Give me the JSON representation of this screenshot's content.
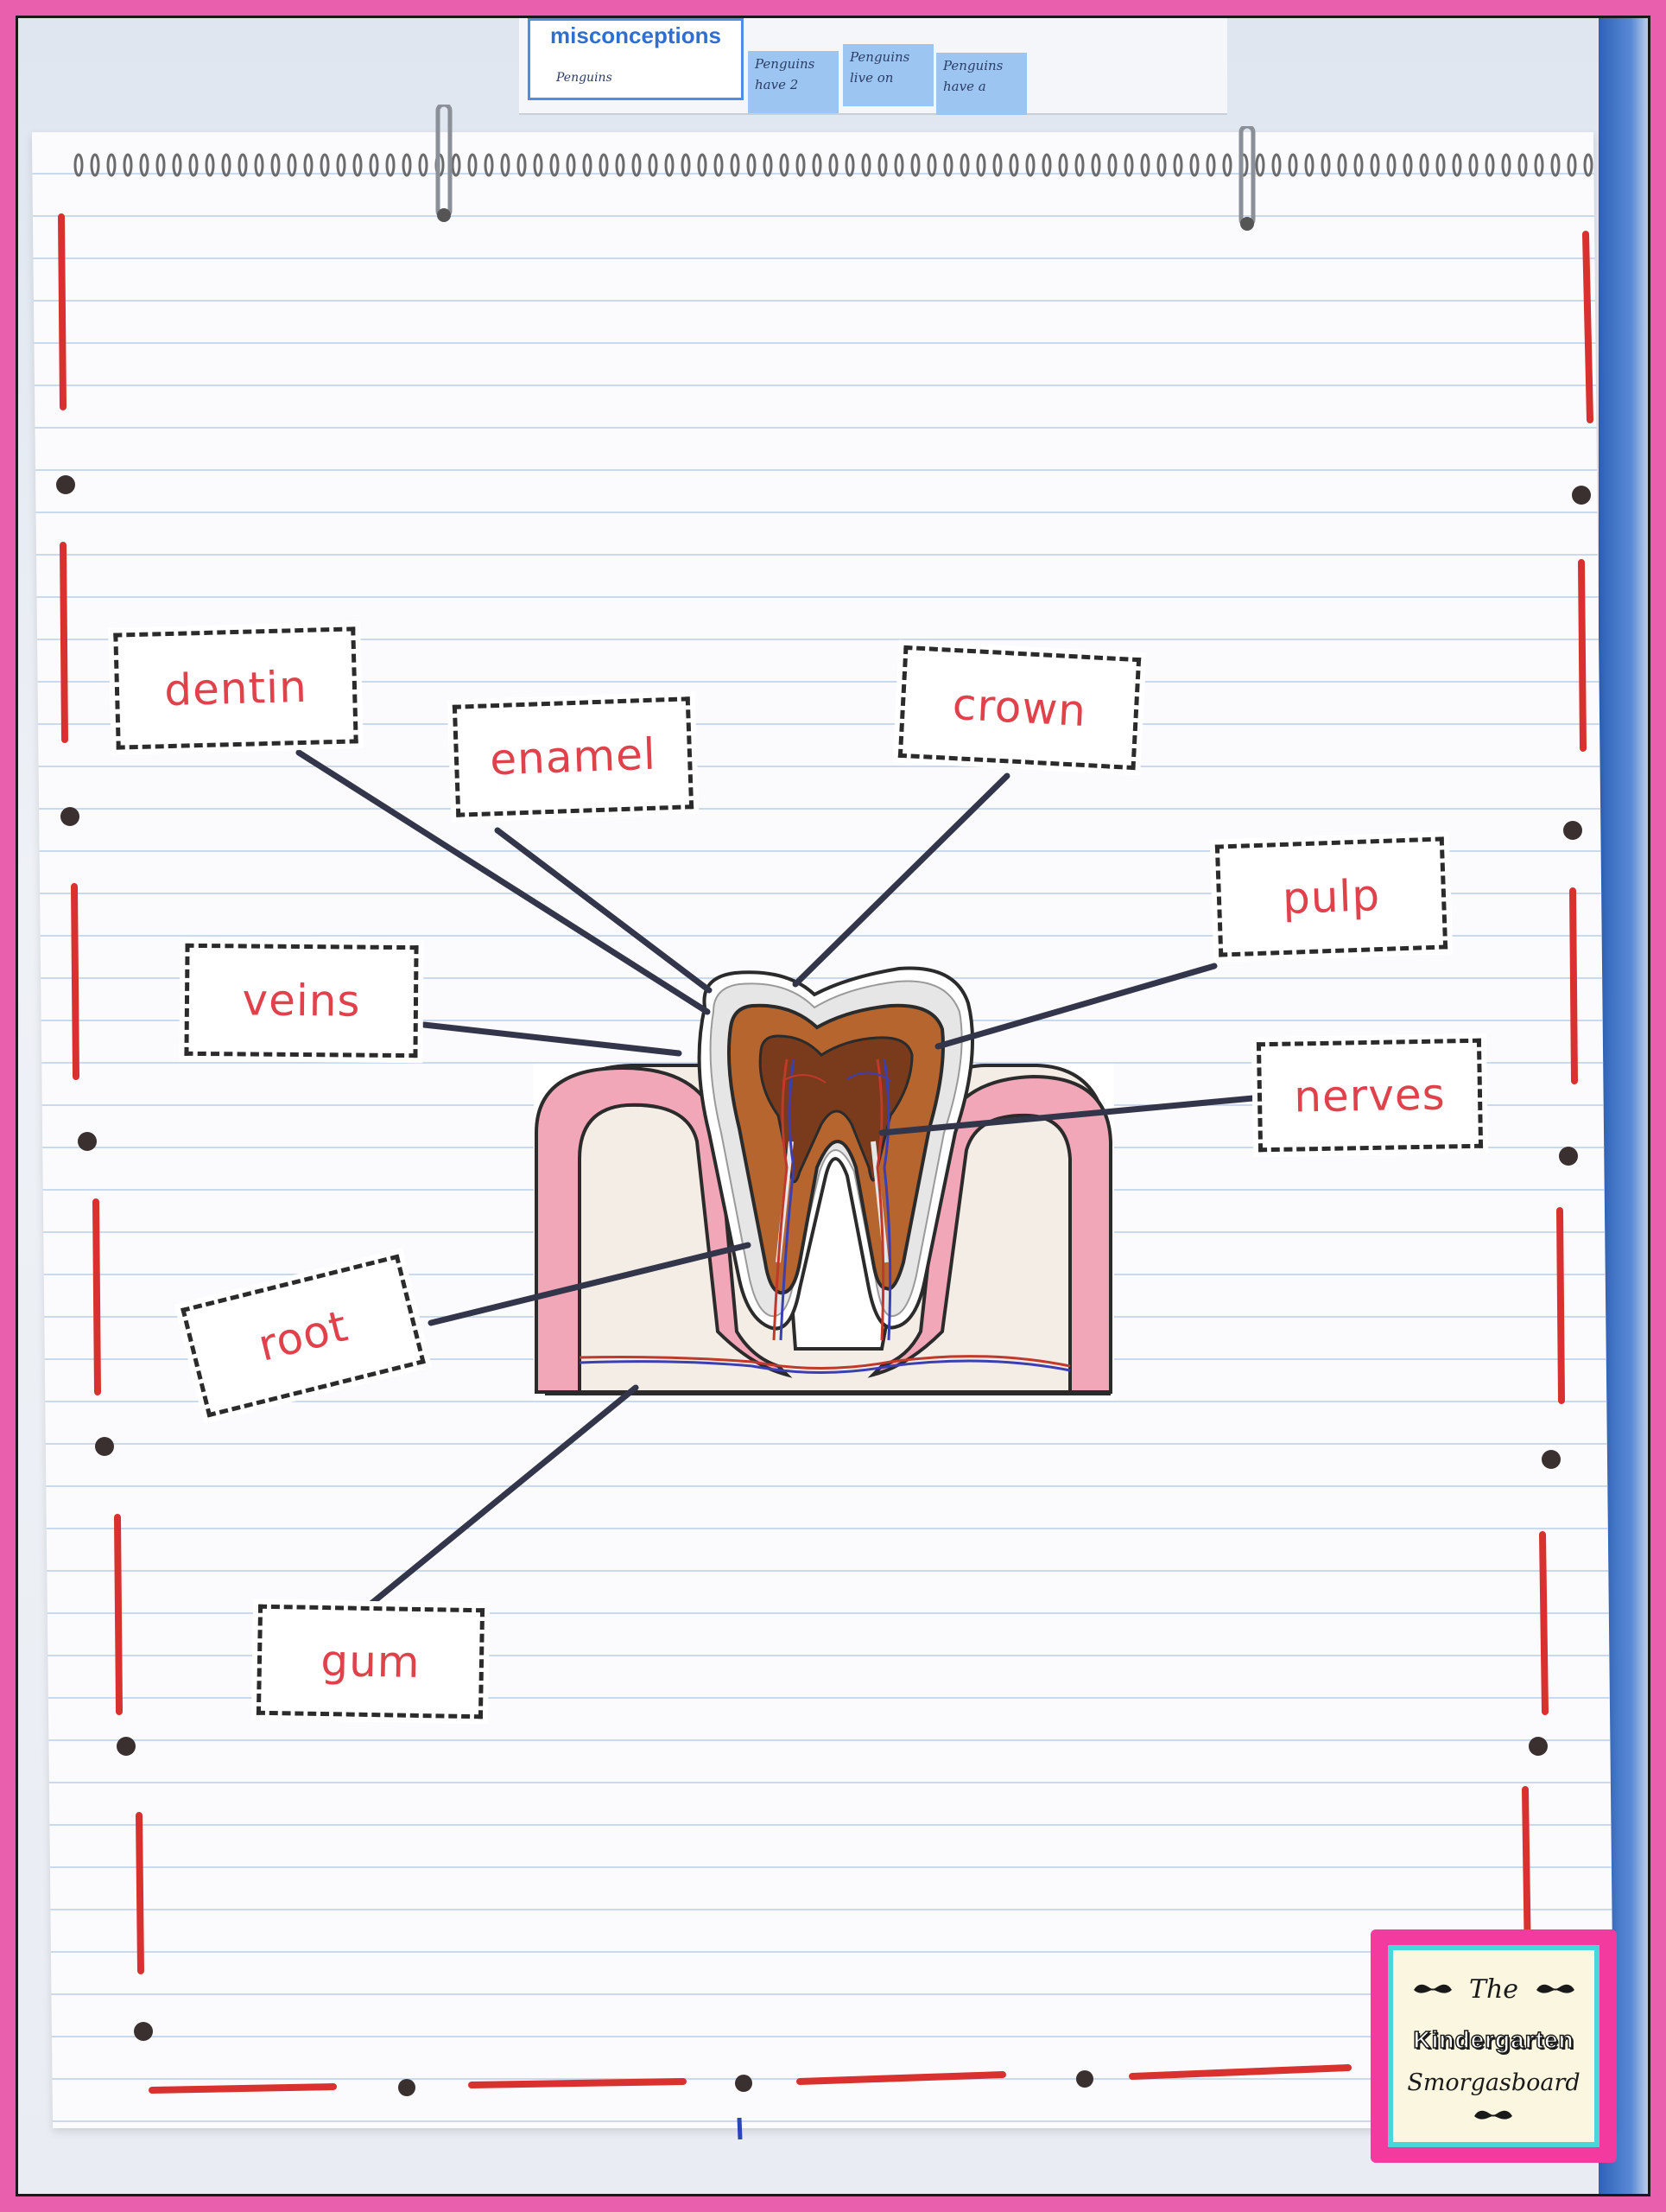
{
  "background": {
    "poster_title": "misconceptions",
    "notes": [
      {
        "line1": "Penguins",
        "line2": "have 2"
      },
      {
        "line1": "Penguins",
        "line2": "live on"
      },
      {
        "line1": "Penguins",
        "line2": "have a"
      }
    ],
    "poster_bottom_note": "Penguins"
  },
  "labels": {
    "dentin": "dentin",
    "enamel": "enamel",
    "crown": "crown",
    "pulp": "pulp",
    "veins": "veins",
    "nerves": "nerves",
    "root": "root",
    "gum": "gum"
  },
  "logo": {
    "line1": "The",
    "line2": "Kindergarten",
    "line3": "Smorgasboard"
  },
  "colors": {
    "label_text": "#e0424b",
    "border_dash": "#d9312f",
    "frame": "#e95fae",
    "enamel": "#eeeeee",
    "dentin": "#b5652d",
    "pulp": "#7a3a1c",
    "gum": "#f2a7b8",
    "bone": "#f3ede6"
  }
}
